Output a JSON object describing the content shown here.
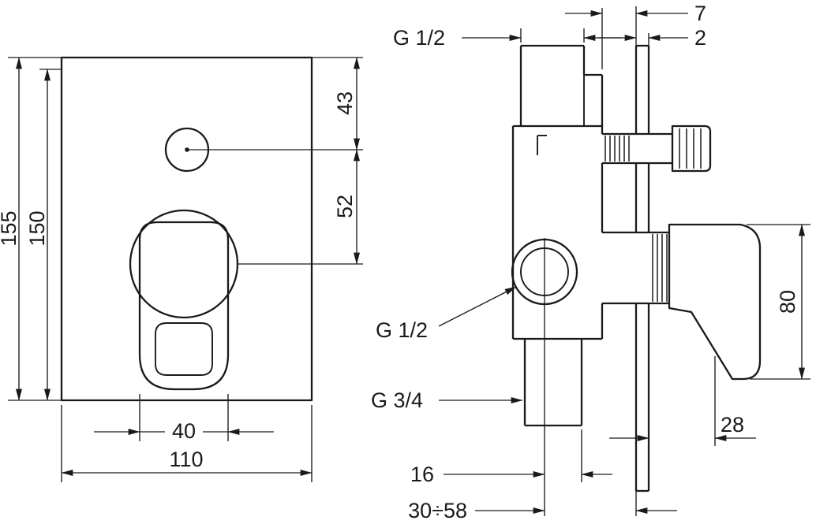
{
  "colors": {
    "ink": "#1a1a1a",
    "paper": "#ffffff"
  },
  "front_view": {
    "overall_height": "155",
    "plate_height": "150",
    "top_to_diverter": "43",
    "diverter_to_handle": "52",
    "handle_width": "40",
    "plate_width": "110"
  },
  "side_view": {
    "top_inlet_thread": "G 1/2",
    "trim_protrusion": "7",
    "plate_thickness": "2",
    "side_port_thread": "G 1/2",
    "bottom_outlet_thread": "G 3/4",
    "port_offset": "16",
    "installation_depth_range": "30÷58",
    "handle_clearance": "28",
    "handle_length": "80"
  }
}
